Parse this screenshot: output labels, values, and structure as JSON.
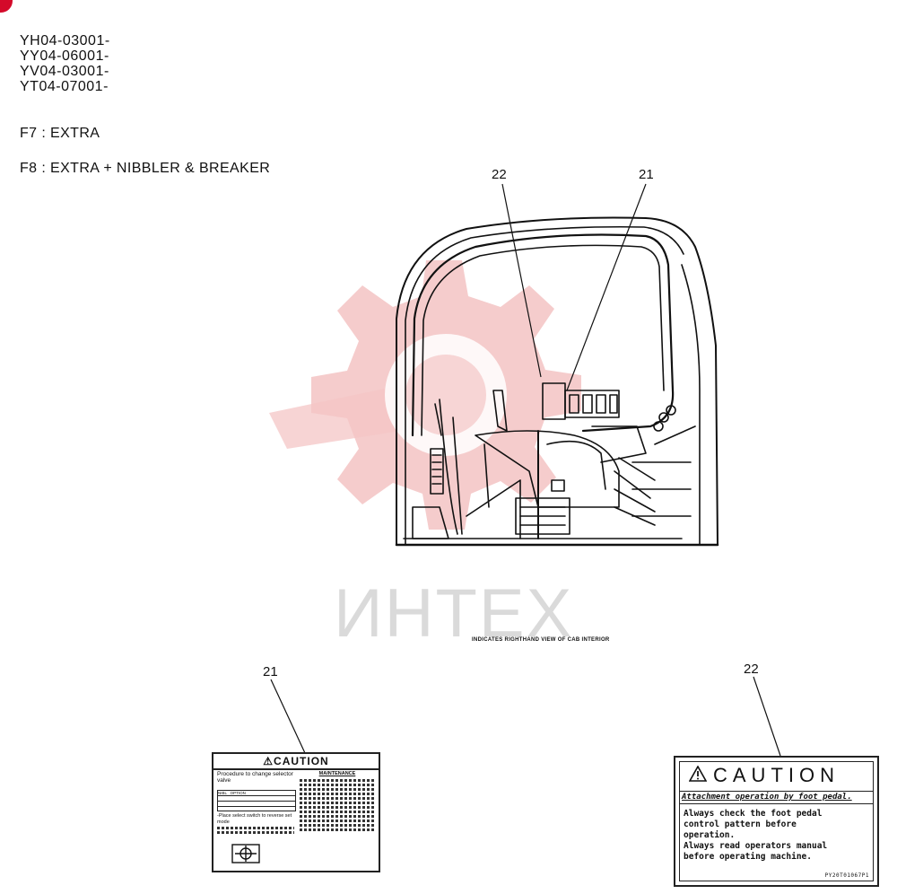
{
  "serials": [
    "YH04-03001-",
    "YY04-06001-",
    "YV04-03001-",
    "YT04-07001-"
  ],
  "options": [
    {
      "code": "F7",
      "text": "EXTRA"
    },
    {
      "code": "F8",
      "text": "EXTRA + NIBBLER & BREAKER"
    }
  ],
  "callouts": {
    "top_22": "22",
    "top_21": "21",
    "decal_21": "21",
    "decal_22": "22"
  },
  "view_note": "INDICATES RIGHTHAND VIEW OF CAB INTERIOR",
  "watermark": "ИНТЕХ",
  "decal21": {
    "heading": "CAUTION",
    "left_title": "Procedure to change selector valve",
    "right_title": "MAINTENANCE",
    "left_body": "-Place select switch to reverse set mode",
    "sub_left": "NIBL",
    "sub_right": "OPTION"
  },
  "decal22": {
    "heading": "CAUTION",
    "subtitle": "Attachment operation by foot pedal.",
    "line1": "Always check the foot pedal",
    "line2": "control pattern before",
    "line3": "operation.",
    "line4": "Always read operators manual",
    "line5": "before operating machine.",
    "code": "PY20T01067P1"
  },
  "colors": {
    "watermark_red": "#f4c6c6",
    "watermark_gray": "#dadada",
    "dot_red": "#d40a2a"
  }
}
